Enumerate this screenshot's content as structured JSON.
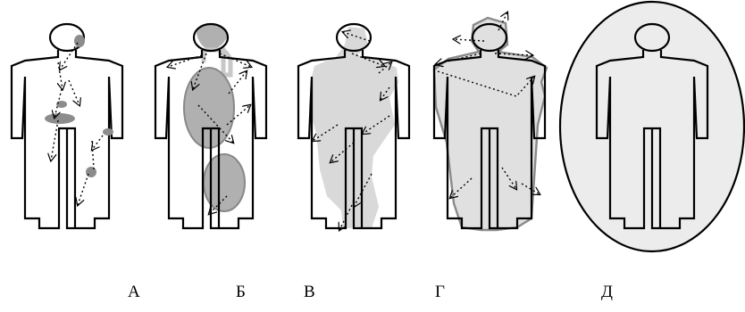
{
  "figures": [
    {
      "id": "a",
      "label": "А"
    },
    {
      "id": "b",
      "label": "Б"
    },
    {
      "id": "v",
      "label": "В"
    },
    {
      "id": "g",
      "label": "Г"
    },
    {
      "id": "d",
      "label": "Д"
    }
  ],
  "colors": {
    "outline": "#000000",
    "dark_spot": "#8c8c8c",
    "medium_fill": "#b0b0b0",
    "light_fill": "#d9d9d9",
    "pale_fill": "#ececec",
    "area_outline": "#8a8a8a",
    "arrow": "#000000"
  },
  "icons": {
    "figure": "human-silhouette",
    "spread": "dotted-arrow"
  }
}
